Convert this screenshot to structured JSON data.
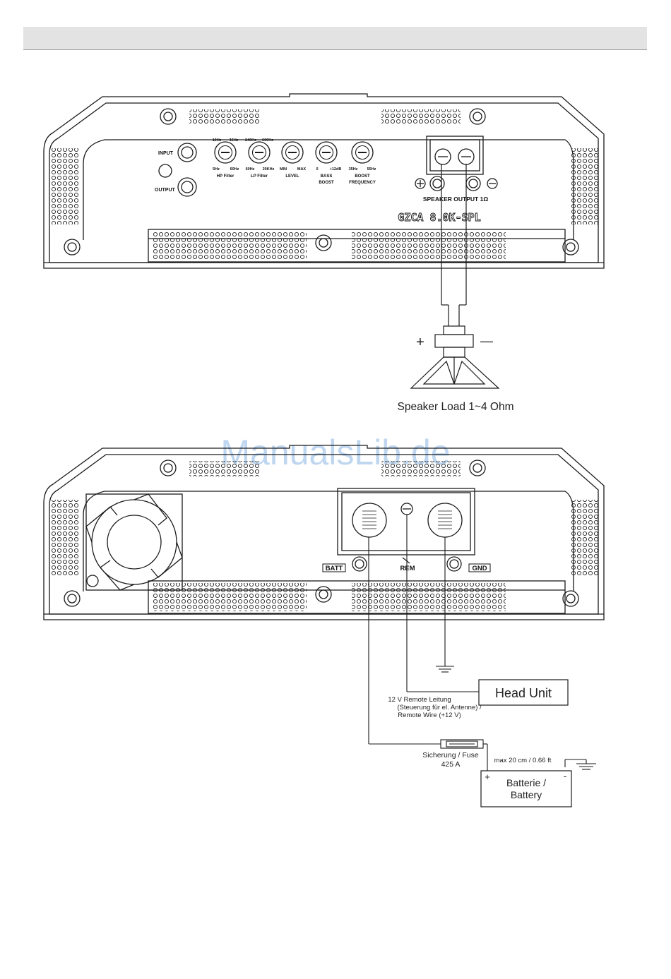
{
  "amp_top": {
    "inputs": {
      "input": "INPUT",
      "output": "OUTPUT"
    },
    "knobs": [
      {
        "top_left": "10Hz",
        "top_right": "15Hz",
        "bottom_left": "5Hz",
        "bottom_right": "60Hz",
        "caption": "HP Filter",
        "caption2": ""
      },
      {
        "top_left": "240Hz",
        "top_right": "600Hz",
        "bottom_left": "60Hz",
        "bottom_right": "20KHz",
        "caption": "LP Filter",
        "caption2": ""
      },
      {
        "top_left": "",
        "top_right": "",
        "bottom_left": "MIN",
        "bottom_right": "MAX",
        "caption": "LEVEL",
        "caption2": ""
      },
      {
        "top_left": "",
        "top_right": "",
        "bottom_left": "0",
        "bottom_right": "+12dB",
        "caption": "BASS",
        "caption2": "BOOST"
      },
      {
        "top_left": "",
        "top_right": "",
        "bottom_left": "35Hz",
        "bottom_right": "55Hz",
        "caption": "BOOST",
        "caption2": "FREQUENCY"
      }
    ],
    "speaker_output_label": "SPEAKER OUTPUT 1Ω",
    "model": "GZCA 8.0K-SPL"
  },
  "speaker": {
    "plus": "+",
    "minus": "—",
    "load_label": "Speaker Load 1~4 Ohm"
  },
  "watermark": "ManualsLib.de",
  "amp_bottom": {
    "batt": "BATT",
    "rem": "REM",
    "gnd": "GND"
  },
  "wiring": {
    "remote_line1": "12 V Remote Leitung",
    "remote_line2": "(Steuerung für el. Antenne) /",
    "remote_line3": "Remote Wire (+12 V)",
    "head_unit": "Head Unit",
    "fuse_line1": "Sicherung / Fuse",
    "fuse_line2": "425 A",
    "distance": "max 20 cm / 0.66 ft",
    "battery_line1": "Batterie /",
    "battery_line2": "Battery",
    "battery_plus": "+",
    "battery_minus": "-"
  },
  "colors": {
    "line": "#1a1a1a",
    "header": "#e3e3e3",
    "watermark": "#a8c8ea"
  }
}
